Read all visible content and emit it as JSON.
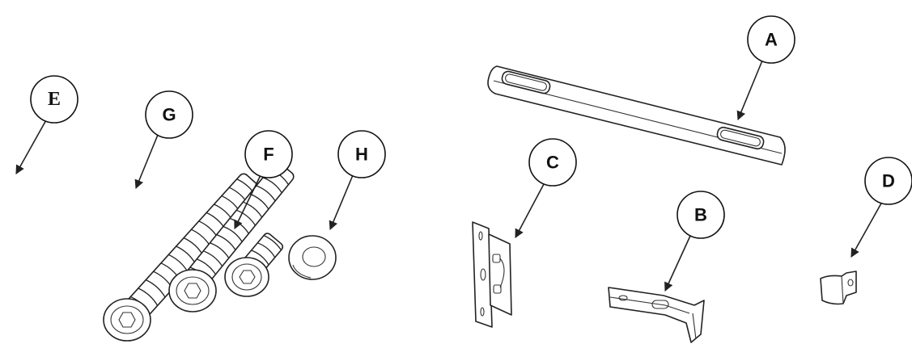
{
  "diagram": {
    "callouts": {
      "E": "E",
      "G": "G",
      "F": "F",
      "H": "H",
      "A": "A",
      "C": "C",
      "B": "B",
      "D": "D"
    },
    "colors": {
      "ink": "#111111",
      "background": "#ffffff"
    }
  }
}
